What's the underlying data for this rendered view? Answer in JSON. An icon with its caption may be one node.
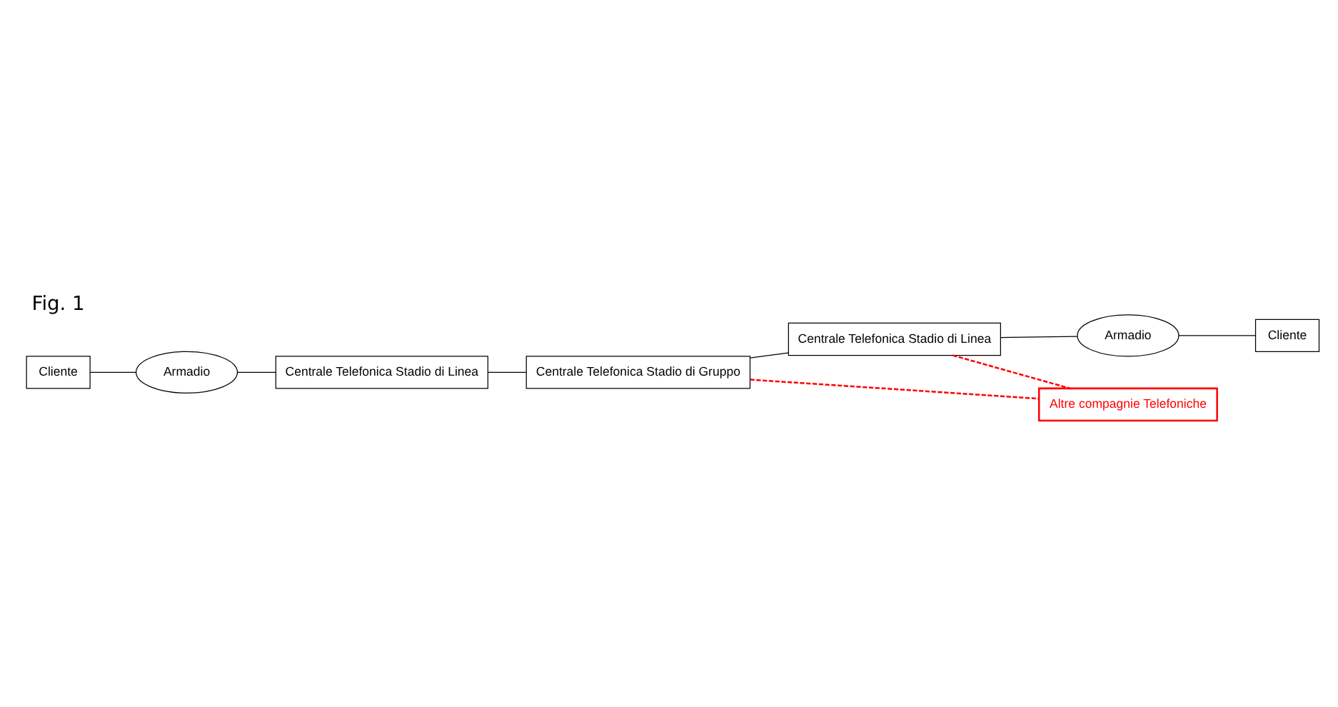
{
  "diagram": {
    "nodes": [
      {
        "text": [
          "Cliente"
        ]
      },
      {
        "text": [
          "Armadio"
        ]
      },
      {
        "text": [
          "Centrale Telefonica Stadio di Linea"
        ]
      },
      {
        "text": [
          "Centrale Telefonica Stadio di Gruppo"
        ]
      },
      {
        "text": [
          "Centrale Telefonica Stadio di Linea"
        ]
      },
      {
        "text": [
          "Armadio"
        ]
      },
      {
        "text": [
          "Cliente"
        ]
      },
      {
        "text": [
          "Altre compagnie Telefoniche"
        ]
      }
    ],
    "edges": [
      {
        "from": 0,
        "to": 1,
        "arrow": "none"
      },
      {
        "from": 1,
        "to": 2,
        "arrow": "none"
      },
      {
        "from": 2,
        "to": 3,
        "arrow": "none"
      },
      {
        "from": 3,
        "to": 4,
        "arrow": "none"
      },
      {
        "from": 4,
        "to": 5,
        "arrow": "none"
      },
      {
        "from": 5,
        "to": 6,
        "arrow": "none"
      },
      {
        "from": 3,
        "to": 7,
        "arrow": "none",
        "style": "dashed",
        "color": "#ff0000"
      },
      {
        "from": 4,
        "to": 7,
        "arrow": "none",
        "style": "dashed",
        "color": "#ff0000"
      }
    ],
    "labels": [
      "Fig. 1"
    ]
  }
}
